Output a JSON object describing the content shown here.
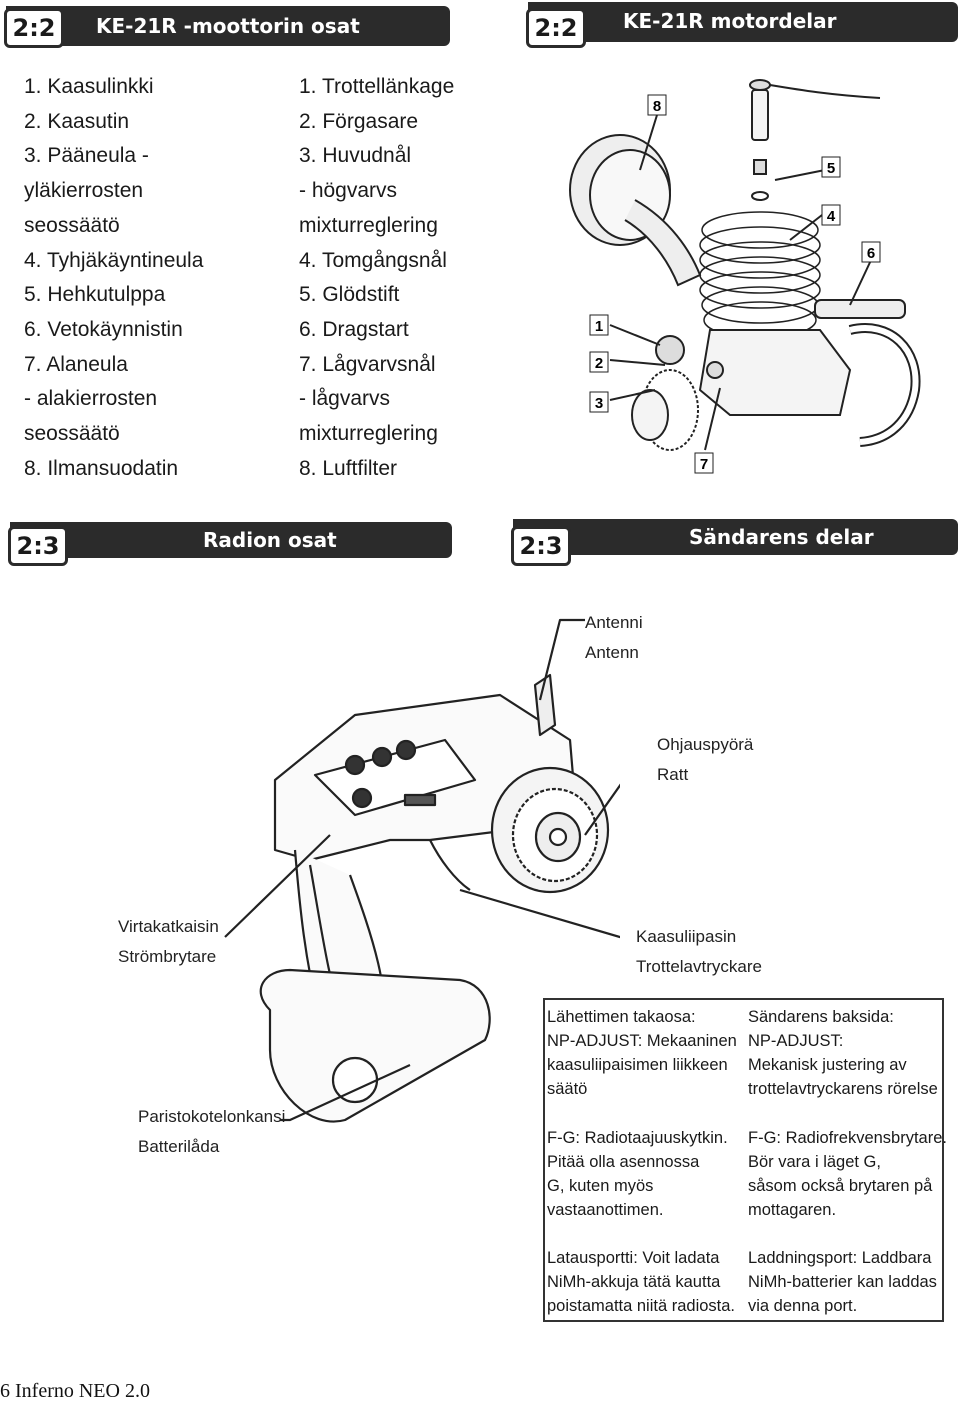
{
  "left_section": {
    "badge": "2:2",
    "title": "KE-21R -moottorin osat",
    "items_fi": [
      "1. Kaasulinkki",
      "2. Kaasutin",
      "3. Pääneula -",
      "yläkierrosten",
      "seossäätö",
      "4. Tyhjäkäyntineula",
      "5. Hehkutulppa",
      "6. Vetokäynnistin",
      "7. Alaneula",
      "- alakierrosten",
      "seossäätö",
      "8. Ilmansuodatin"
    ],
    "items_sv": [
      "1. Trottellänkage",
      "2. Förgasare",
      "3. Huvudnål",
      "- högvarvs",
      "mixturreglering",
      "4. Tomgångsnål",
      "5. Glödstift",
      "6. Dragstart",
      "7. Lågvarvsnål",
      "- lågvarvs",
      "mixturreglering",
      "8. Luftfilter"
    ]
  },
  "right_section": {
    "badge": "2:2",
    "title": "KE-21R motordelar",
    "callouts": [
      "8",
      "5",
      "4",
      "6",
      "1",
      "2",
      "3",
      "7"
    ]
  },
  "radio_section": {
    "badge_left": "2:3",
    "title_left": "Radion osat",
    "badge_right": "2:3",
    "title_right": "Sändarens delar"
  },
  "labels": {
    "antenna_fi": "Antenni",
    "antenna_sv": "Antenn",
    "wheel_fi": "Ohjauspyörä",
    "wheel_sv": "Ratt",
    "switch_fi": "Virtakatkaisin",
    "switch_sv": "Strömbrytare",
    "throttle_fi": "Kaasuliipasin",
    "throttle_sv": "Trottelavtryckare",
    "battery_fi": "Paristokotelonkansi",
    "battery_sv": "Batterilåda"
  },
  "info": {
    "fi_1": [
      "Lähettimen takaosa:",
      "NP-ADJUST: Mekaaninen",
      "kaasuliipaisimen liikkeen",
      "säätö"
    ],
    "sv_1": [
      "Sändarens baksida:",
      "NP-ADJUST:",
      "Mekanisk justering av",
      "trottelavtryckarens rörelse"
    ],
    "fi_2": [
      "F-G: Radiotaajuuskytkin.",
      "Pitää olla asennossa",
      "G, kuten myös",
      "vastaanottimen."
    ],
    "sv_2": [
      "F-G: Radiofrekvensbrytare.",
      "Bör vara i läget G,",
      "såsom också brytaren på",
      "mottagaren."
    ],
    "fi_3": [
      "Latausportti: Voit ladata",
      "NiMh-akkuja tätä kautta",
      "poistamatta niitä radiosta."
    ],
    "sv_3": [
      "Laddningsport: Laddbara",
      "NiMh-batterier kan laddas",
      "via denna port."
    ]
  },
  "footer": "6 Inferno NEO 2.0"
}
